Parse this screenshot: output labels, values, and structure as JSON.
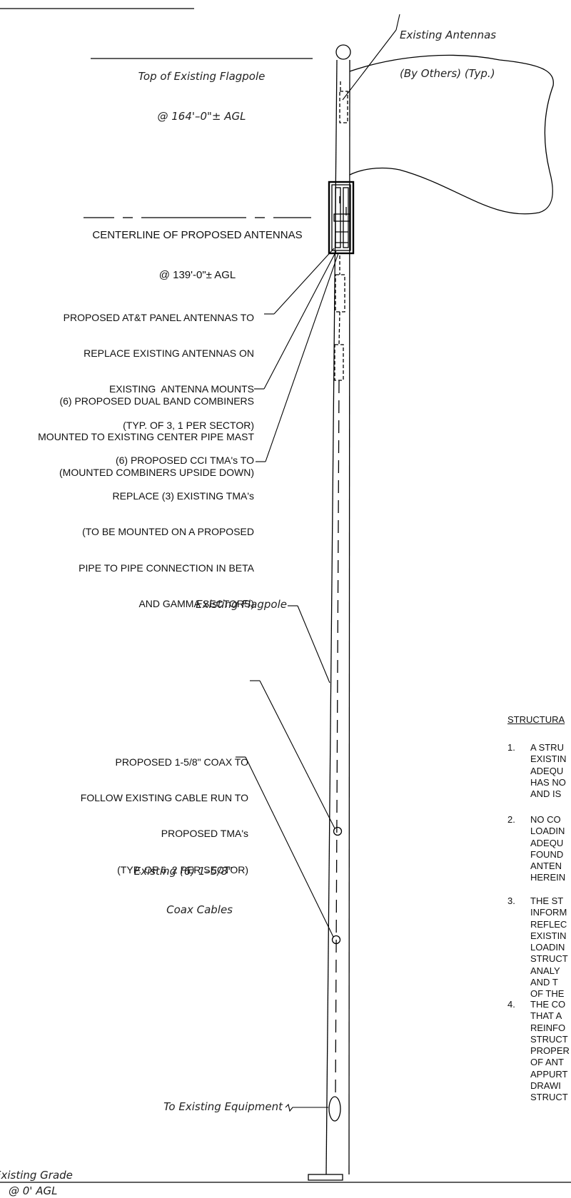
{
  "labels": {
    "existing_antennas": [
      "Existing Antennas",
      "(By Others) (Typ.)"
    ],
    "top_flagpole": [
      "Top of Existing Flagpole",
      "@ 164'–0\"± AGL"
    ],
    "centerline": [
      "CENTERLINE OF PROPOSED ANTENNAS",
      "@ 139'-0\"± AGL"
    ],
    "panel_antennas": [
      "PROPOSED AT&T PANEL ANTENNAS TO",
      "REPLACE EXISTING ANTENNAS ON",
      "EXISTING  ANTENNA MOUNTS",
      "(TYP. OF 3, 1 PER SECTOR)"
    ],
    "combiners": [
      "(6) PROPOSED DUAL BAND COMBINERS",
      "MOUNTED TO EXISTING CENTER PIPE MAST",
      "(MOUNTED COMBINERS UPSIDE DOWN)"
    ],
    "tmas": [
      "(6) PROPOSED CCI TMA's TO",
      "REPLACE (3) EXISTING TMA's",
      "(TO BE MOUNTED ON A PROPOSED",
      "PIPE TO PIPE CONNECTION IN BETA",
      "AND GAMMA SECTORS)"
    ],
    "existing_flagpole": "Existing Flagpole",
    "proposed_coax": [
      "PROPOSED 1-5/8\" COAX TO",
      "FOLLOW EXISTING CABLE RUN TO",
      "PROPOSED TMA's",
      "(TYP. OF 6, 2 PER SECTOR)"
    ],
    "existing_coax": [
      "Existing (6) 1–5/8\"",
      "Coax Cables"
    ],
    "to_equipment": "To Existing Equipment",
    "existing_grade": [
      "Existing Grade",
      "@ 0' AGL"
    ]
  },
  "notes": {
    "title": "STRUCTURA",
    "items": [
      {
        "num": "1.",
        "lines": [
          "A STRU",
          "EXISTIN",
          "ADEQU",
          "HAS NO",
          "AND IS"
        ]
      },
      {
        "num": "2.",
        "lines": [
          "NO CO",
          "LOADIN",
          "ADEQU",
          "FOUND",
          "ANTEN",
          "HEREIN"
        ]
      },
      {
        "num": "3.",
        "lines": [
          "THE ST",
          "INFORM",
          "REFLEC",
          "EXISTIN",
          "LOADIN",
          "STRUCT",
          "ANALY",
          "AND T",
          "OF THE"
        ]
      },
      {
        "num": "4.",
        "lines": [
          "THE CO",
          "THAT A",
          "REINFO",
          "STRUCT",
          "PROPER",
          "OF ANT",
          "APPURT",
          "DRAWI",
          "STRUCT"
        ]
      }
    ]
  }
}
